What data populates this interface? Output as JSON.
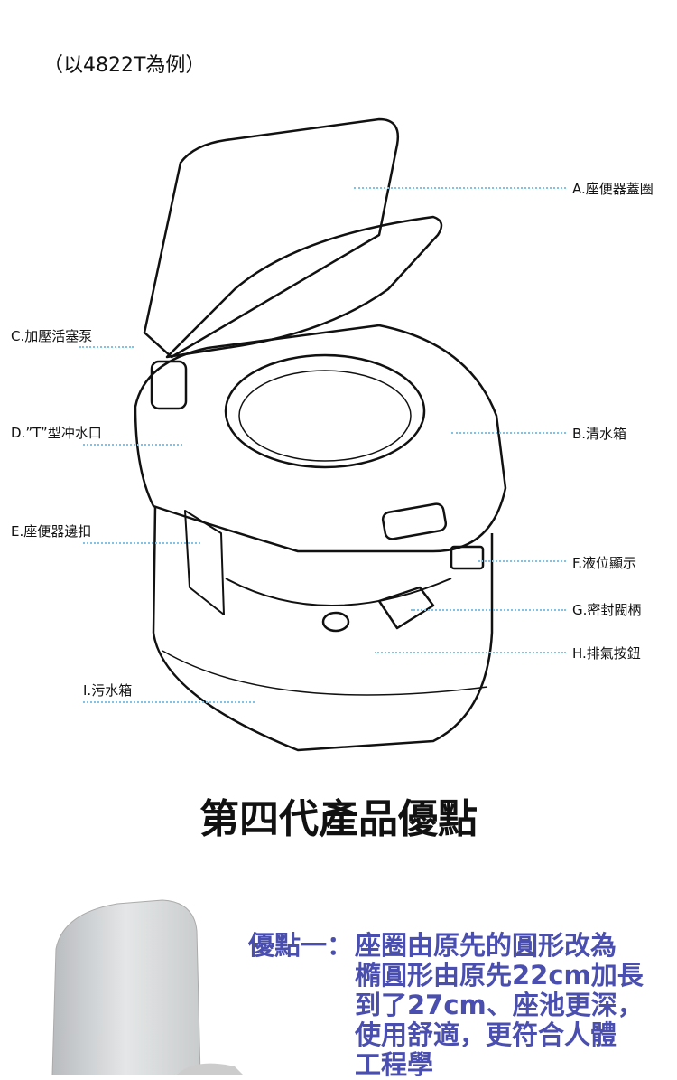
{
  "note": "（以4822T為例）",
  "labels": {
    "a": "A.座便器蓋圈",
    "b": "B.清水箱",
    "c": "C.加壓活塞泵",
    "d": "D.”T”型冲水口",
    "e": "E.座便器邊扣",
    "f": "F.液位顯示",
    "g": "G.密封閥柄",
    "h": "H.排氣按鈕",
    "i": "I.污水箱"
  },
  "heading": "第四代產品優點",
  "advantage": {
    "lead": "優點一：",
    "lines": [
      "座圈由原先的圓形改為",
      "橢圓形由原先22cm加長",
      "到了27cm、座池更深，",
      "使用舒適，更符合人體",
      "工程學"
    ]
  }
}
